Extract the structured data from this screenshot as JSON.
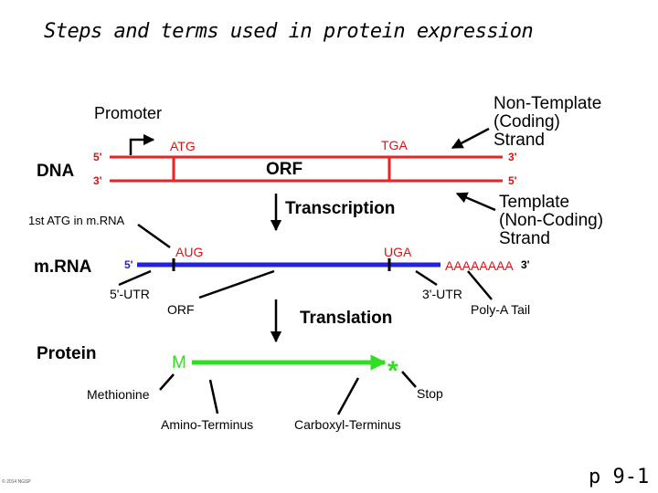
{
  "title": "Steps and terms used in protein expression",
  "page_number": "p 9-1",
  "copyright": "© 2014 NGSP",
  "colors": {
    "dna": "#ee2222",
    "mrna": "#2222dd",
    "protein": "#33dd22",
    "codon_text": "#dd1111",
    "black": "#000000"
  },
  "labels": {
    "promoter": "Promoter",
    "non_template_strand": [
      "Non-Template",
      "(Coding)",
      "Strand"
    ],
    "template_strand": [
      "Template",
      "(Non-Coding)",
      "Strand"
    ],
    "dna": "DNA",
    "mrna": "m.RNA",
    "protein": "Protein",
    "orf_dna": "ORF",
    "orf_mrna": "ORF",
    "transcription": "Transcription",
    "translation": "Translation",
    "first_atg": "1st ATG in m.RNA",
    "utr_5": "5'-UTR",
    "utr_3": "3'-UTR",
    "poly_a_tail": "Poly-A Tail",
    "methionine": "Methionine",
    "stop": "Stop",
    "amino_terminus": "Amino-Terminus",
    "carboxyl_terminus": "Carboxyl-Terminus"
  },
  "codons": {
    "atg": "ATG",
    "tga": "TGA",
    "aug": "AUG",
    "uga": "UGA",
    "poly_a": "AAAAAAAA",
    "m": "M",
    "stop_mark": "*"
  },
  "ends": {
    "dna_top_left": "5'",
    "dna_bottom_left": "3'",
    "dna_top_right": "3'",
    "dna_bottom_right": "5'",
    "mrna_left": "5'",
    "mrna_right": "3'"
  }
}
